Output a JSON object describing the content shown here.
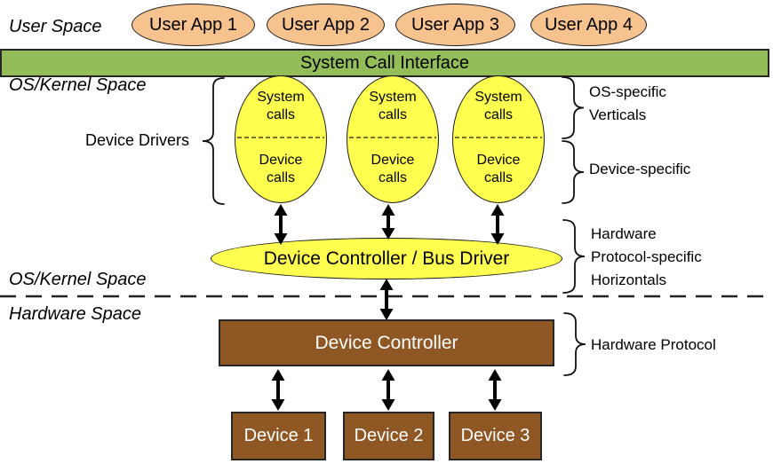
{
  "colors": {
    "user-app-fill": "#F6C28E",
    "interface-fill": "#92BD59",
    "driver-fill": "#FFFF4F",
    "hardware-fill": "#8F5724"
  },
  "space_labels": {
    "user_space": "User Space",
    "os_kernel_space_top": "OS/Kernel Space",
    "os_kernel_space_bottom": "OS/Kernel Space",
    "hardware_space": "Hardware Space"
  },
  "user_apps": [
    "User App 1",
    "User App 2",
    "User App 3",
    "User App 4"
  ],
  "system_call_interface": "System Call Interface",
  "device_drivers_label": "Device Drivers",
  "driver_ellipses": [
    {
      "top": "System\ncalls",
      "bottom": "Device\ncalls"
    },
    {
      "top": "System\ncalls",
      "bottom": "Device\ncalls"
    },
    {
      "top": "System\ncalls",
      "bottom": "Device\ncalls"
    }
  ],
  "annotations": {
    "os_specific_verticals": "OS-specific\nVerticals",
    "device_specific": "Device-specific",
    "hardware_protocol_specific": "Hardware\nProtocol-specific\nHorizontals",
    "hardware_protocol": "Hardware Protocol"
  },
  "bus_driver_ellipse": "Device Controller / Bus Driver",
  "device_controller_box": "Device Controller",
  "devices": [
    "Device 1",
    "Device 2",
    "Device 3"
  ]
}
